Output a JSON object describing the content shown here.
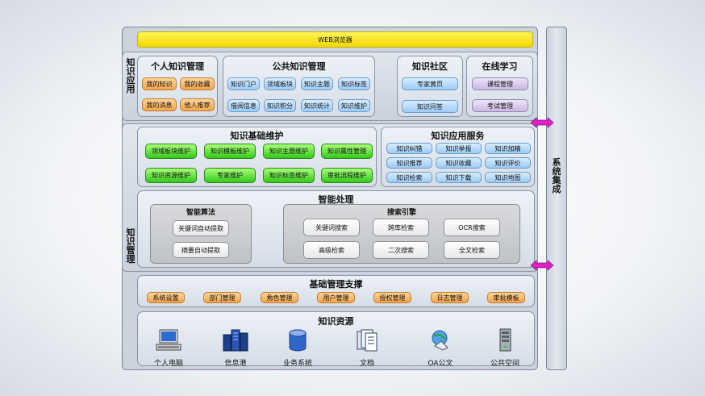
{
  "browser_bar": "WEB浏览器",
  "side": {
    "app_label": "知识应用",
    "mgmt_label": "知识管理",
    "integration_label": "系统集成"
  },
  "personal": {
    "title": "个人知识管理",
    "items": [
      "我的知识",
      "我的收藏",
      "我的消息",
      "他人推荐"
    ]
  },
  "public": {
    "title": "公共知识管理",
    "items": [
      "知识门户",
      "领域板块",
      "知识主题",
      "知识标签",
      "借阅信息",
      "知识积分",
      "知识统计",
      "知识维护"
    ]
  },
  "community": {
    "title": "知识社区",
    "items": [
      "专家黄页",
      "知识问答"
    ]
  },
  "learning": {
    "title": "在线学习",
    "items": [
      "课程管理",
      "考试管理"
    ]
  },
  "base_maint": {
    "title": "知识基础维护",
    "items": [
      "领域板块维护",
      "知识模板维护",
      "知识主题维护",
      "知识属性管理",
      "知识资源维护",
      "专家维护",
      "知识标签维护",
      "审批流程维护"
    ]
  },
  "app_service": {
    "title": "知识应用服务",
    "items": [
      "知识纠错",
      "知识举报",
      "知识加精",
      "知识推荐",
      "知识收藏",
      "知识评价",
      "知识检索",
      "知识下载",
      "知识地图"
    ]
  },
  "smart": {
    "title": "智能处理",
    "algo_title": "智能算法",
    "algo_items": [
      "关键词自动提取",
      "摘要自动提取"
    ],
    "search_title": "搜索引擎",
    "search_items": [
      "关键词搜索",
      "跨库检索",
      "OCR搜索",
      "高级检索",
      "二次搜索",
      "全文检索"
    ]
  },
  "basic_support": {
    "title": "基础管理支撑",
    "items": [
      "系统设置",
      "部门管理",
      "角色管理",
      "用户管理",
      "授权管理",
      "日志管理",
      "审批模板"
    ]
  },
  "resources": {
    "title": "知识资源",
    "items": [
      {
        "label": "个人电脑",
        "icon": "computer-icon"
      },
      {
        "label": "信息港",
        "icon": "server-rack-icon"
      },
      {
        "label": "业务系统",
        "icon": "database-icon"
      },
      {
        "label": "文档",
        "icon": "documents-icon"
      },
      {
        "label": "OA公文",
        "icon": "oa-document-icon"
      },
      {
        "label": "公共空间",
        "icon": "tower-server-icon"
      }
    ]
  },
  "colors": {
    "personal_buttons": "#f5a44a",
    "public_buttons": "#9ccbf5",
    "learning_buttons": "#c9b8e4",
    "maint_buttons": "#34c81a",
    "browser_bar": "#f2d800",
    "arrows": "#e020c8"
  }
}
